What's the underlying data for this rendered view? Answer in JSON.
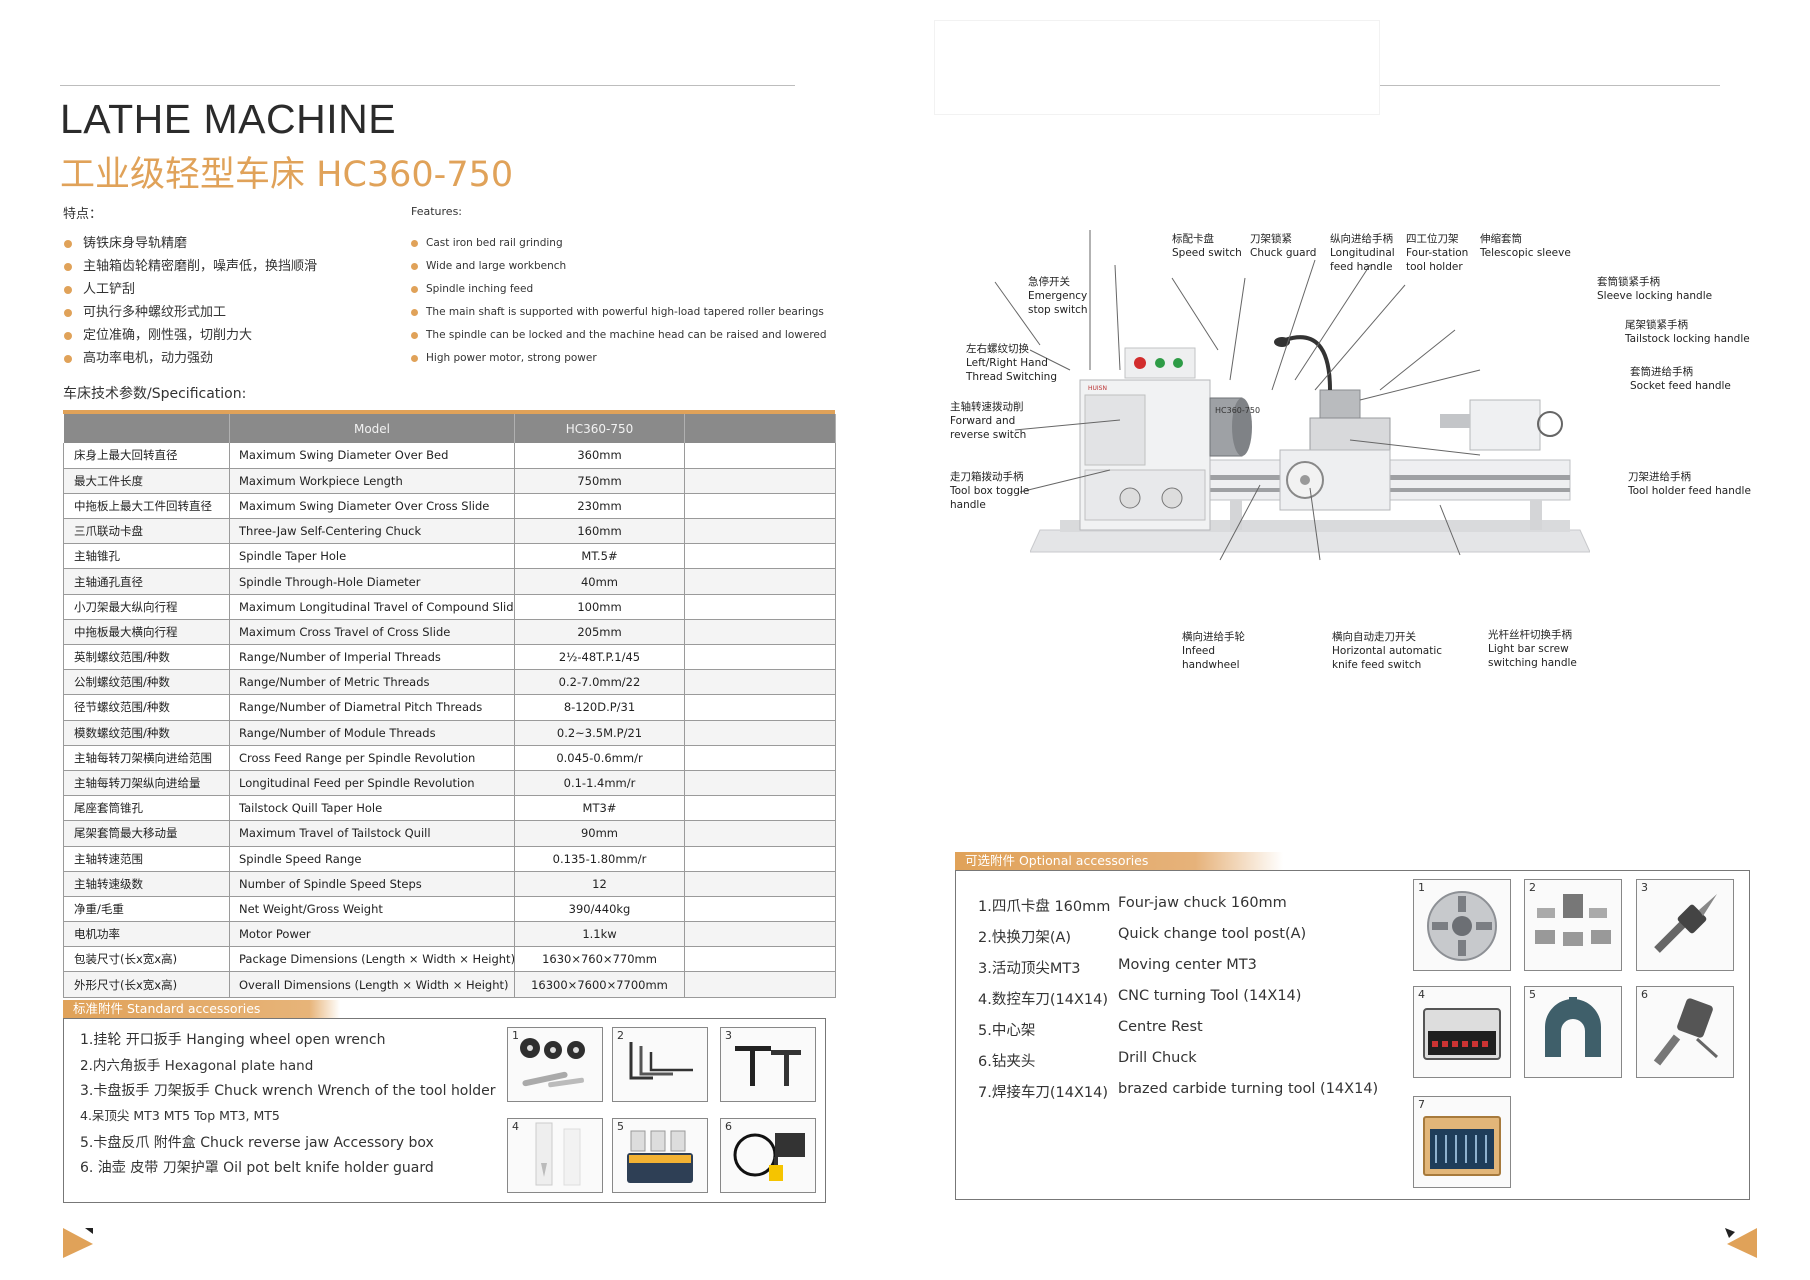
{
  "header": {
    "title_en": "LATHE MACHINE",
    "title_cn": "工业级轻型车床 HC360-750"
  },
  "features": {
    "cn_label": "特点：",
    "en_label": "Features:",
    "cn_items": [
      "铸铁床身导轨精磨",
      "主轴箱齿轮精密磨削，噪声低，换挡顺滑",
      "人工铲刮",
      "可执行多种螺纹形式加工",
      "定位准确，刚性强，切削力大",
      "高功率电机，动力强劲"
    ],
    "en_items": [
      "Cast iron bed rail grinding",
      "Wide and large workbench",
      "Spindle inching feed",
      "The main shaft is supported with powerful high-load tapered roller bearings",
      "The spindle can be locked and the machine head can be raised and lowered",
      "High power motor, strong power"
    ]
  },
  "spec": {
    "title": "车床技术参数/Specification:",
    "header": {
      "model_label": "Model",
      "model_value": "HC360-750"
    },
    "rows": [
      {
        "cn": "床身上最大回转直径",
        "en": "Maximum Swing Diameter Over Bed",
        "val": "360mm"
      },
      {
        "cn": "最大工件长度",
        "en": "Maximum Workpiece Length",
        "val": "750mm"
      },
      {
        "cn": "中拖板上最大工件回转直径",
        "en": "Maximum Swing Diameter Over Cross Slide",
        "val": "230mm"
      },
      {
        "cn": "三爪联动卡盘",
        "en": "Three-Jaw Self-Centering Chuck",
        "val": "160mm"
      },
      {
        "cn": "主轴锥孔",
        "en": "Spindle Taper Hole",
        "val": "MT.5#"
      },
      {
        "cn": "主轴通孔直径",
        "en": "Spindle Through-Hole Diameter",
        "val": "40mm"
      },
      {
        "cn": "小刀架最大纵向行程",
        "en": "Maximum Longitudinal Travel of Compound Slide",
        "val": "100mm"
      },
      {
        "cn": "中拖板最大横向行程",
        "en": "Maximum Cross Travel of Cross Slide",
        "val": "205mm"
      },
      {
        "cn": "英制螺纹范围/种数",
        "en": "Range/Number of Imperial Threads",
        "val": "2½-48T.P.1/45"
      },
      {
        "cn": "公制螺纹范围/种数",
        "en": "Range/Number of Metric Threads",
        "val": "0.2-7.0mm/22"
      },
      {
        "cn": "径节螺纹范围/种数",
        "en": "Range/Number of Diametral Pitch Threads",
        "val": "8-120D.P/31"
      },
      {
        "cn": "模数螺纹范围/种数",
        "en": "Range/Number of Module Threads",
        "val": "0.2~3.5M.P/21"
      },
      {
        "cn": "主轴每转刀架横向进给范围",
        "en": "Cross Feed Range per Spindle Revolution",
        "val": "0.045-0.6mm/r"
      },
      {
        "cn": "主轴每转刀架纵向进给量",
        "en": "Longitudinal Feed per Spindle Revolution",
        "val": "0.1-1.4mm/r"
      },
      {
        "cn": "尾座套筒锥孔",
        "en": "Tailstock Quill Taper Hole",
        "val": "MT3#"
      },
      {
        "cn": "尾架套筒最大移动量",
        "en": "Maximum Travel of Tailstock Quill",
        "val": "90mm"
      },
      {
        "cn": "主轴转速范围",
        "en": "Spindle Speed Range",
        "val": "0.135-1.80mm/r"
      },
      {
        "cn": "主轴转速级数",
        "en": "Number of Spindle Speed Steps",
        "val": "12"
      },
      {
        "cn": "净重/毛重",
        "en": "Net Weight/Gross Weight",
        "val": "390/440kg"
      },
      {
        "cn": "电机功率",
        "en": "Motor Power",
        "val": "1.1kw"
      },
      {
        "cn": "包装尺寸(长x宽x高)",
        "en": "Package Dimensions (Length × Width × Height)",
        "val": "1630×760×770mm"
      },
      {
        "cn": "外形尺寸(长x宽x高)",
        "en": "Overall Dimensions (Length × Width × Height)",
        "val": "16300×7600×7700mm"
      }
    ]
  },
  "standard_accessories": {
    "heading": "标准附件  Standard accessories",
    "lines": [
      "1.挂轮   开口扳手  Hanging wheel open wrench",
      "2.内六角扳手  Hexagonal plate hand",
      "3.卡盘扳手  刀架扳手  Chuck wrench Wrench of the tool holder",
      "4.呆顶尖 MT3   MT5 Top MT3, MT5",
      "5.卡盘反爪  附件盒 Chuck reverse jaw  Accessory box",
      "6. 油壶   皮带  刀架护罩   Oil pot belt knife holder guard"
    ],
    "thumbs": [
      "1",
      "2",
      "3",
      "4",
      "5",
      "6"
    ]
  },
  "optional_accessories": {
    "heading": "可选附件  Optional accessories",
    "items": [
      {
        "cn": "1.四爪卡盘 160mm",
        "en": "Four-jaw chuck 160mm"
      },
      {
        "cn": "2.快换刀架(A)",
        "en": "Quick change tool post(A)"
      },
      {
        "cn": "3.活动顶尖MT3",
        "en": "Moving center MT3"
      },
      {
        "cn": "4.数控车刀(14X14)",
        "en": "CNC turning Tool (14X14)"
      },
      {
        "cn": "5.中心架",
        "en": "Centre Rest"
      },
      {
        "cn": "6.钻夹头",
        "en": "Drill Chuck"
      },
      {
        "cn": "7.焊接车刀(14X14)",
        "en": "brazed carbide turning tool (14X14)"
      }
    ],
    "thumbs": [
      "1",
      "2",
      "3",
      "4",
      "5",
      "6",
      "7"
    ]
  },
  "machine": {
    "model_plate": "HC360-750",
    "brand_plate": "HUISN",
    "labels": {
      "speed": {
        "cn": "标配卡盘",
        "en": "Speed switch"
      },
      "chuck_guard": {
        "cn": "刀架锁紧",
        "en": "Chuck guard"
      },
      "long_feed": {
        "cn": "纵向进给手柄",
        "en1": "Longitudinal",
        "en2": "feed handle"
      },
      "four_station": {
        "cn": "四工位刀架",
        "en1": "Four-station",
        "en2": "tool holder"
      },
      "telescopic": {
        "cn": "伸缩套筒",
        "en": "Telescopic sleeve"
      },
      "emergency": {
        "cn": "急停开关",
        "en1": "Emergency",
        "en2": "stop switch"
      },
      "sleeve_lock": {
        "cn": "套筒锁紧手柄",
        "en": "Sleeve locking handle"
      },
      "lr_thread": {
        "cn": "左右螺纹切换",
        "en1": "Left/Right Hand",
        "en2": "Thread Switching"
      },
      "tailstock_lock": {
        "cn": "尾架锁紧手柄",
        "en": "Tailstock locking handle"
      },
      "socket_feed": {
        "cn": "套筒进给手柄",
        "en": "Socket feed handle"
      },
      "forward_rev": {
        "cn": "主轴转速拨动削",
        "en1": "Forward and",
        "en2": "reverse switch"
      },
      "tool_box": {
        "cn": "走刀箱拨动手柄",
        "en1": "Tool box toggle",
        "en2": "handle"
      },
      "tool_holder_feed": {
        "cn": "刀架进给手柄",
        "en": "Tool holder feed handle"
      },
      "infeed": {
        "cn": "横向进给手轮",
        "en1": "Infeed",
        "en2": "handwheel"
      },
      "auto_feed": {
        "cn": "横向自动走刀开关",
        "en1": "Horizontal automatic",
        "en2": "knife feed switch"
      },
      "lightbar": {
        "cn": "光杆丝杆切换手柄",
        "en1": "Light bar screw",
        "en2": "switching handle"
      }
    }
  },
  "colors": {
    "accent": "#e0a259",
    "table_header": "#8a8a8a",
    "text": "#222222"
  }
}
